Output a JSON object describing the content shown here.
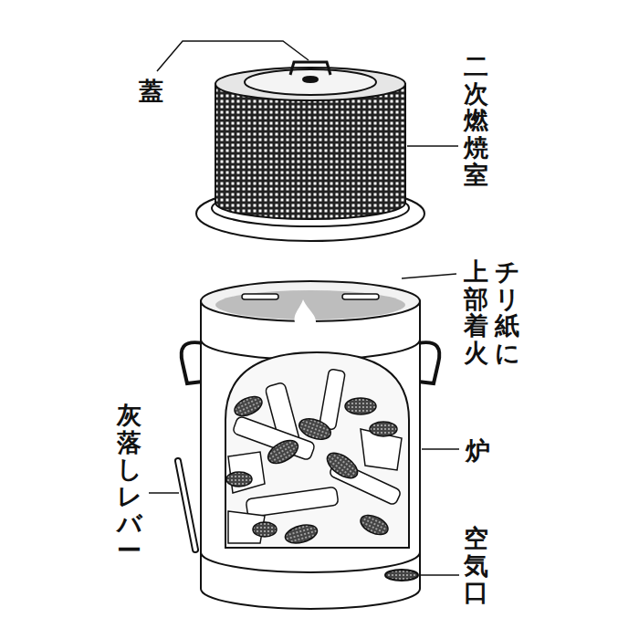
{
  "diagram": {
    "labels": [
      "蓋",
      "二次燃焼室",
      "チリ紙に",
      "上部着火",
      "炉",
      "灰落しレバー",
      "空気口"
    ]
  }
}
